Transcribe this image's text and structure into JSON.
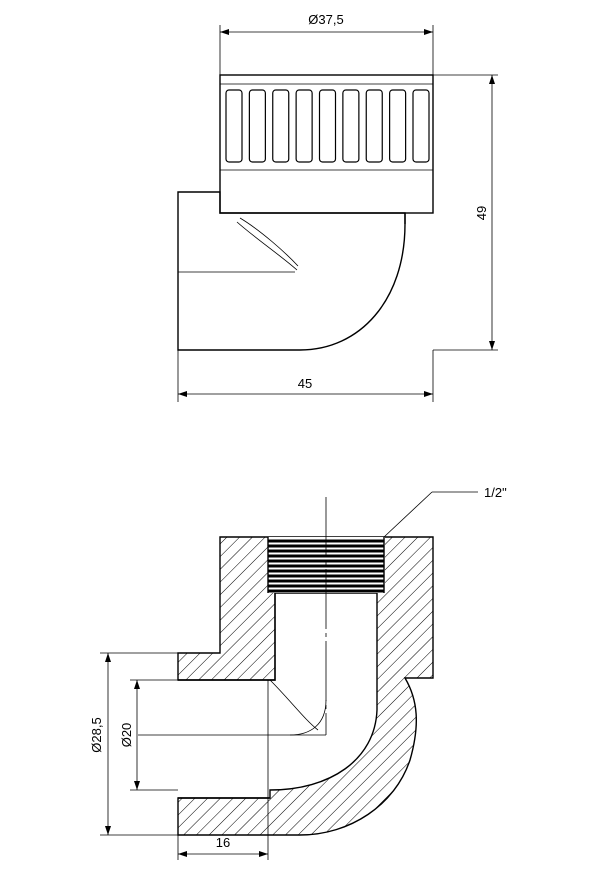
{
  "top_view": {
    "diameter_label": "Ø37,5",
    "height_label": "49",
    "width_label": "45",
    "rib_count": 9
  },
  "section_view": {
    "thread_label": "1/2\"",
    "outer_diameter_label": "Ø28,5",
    "inner_diameter_label": "Ø20",
    "socket_depth_label": "16"
  }
}
